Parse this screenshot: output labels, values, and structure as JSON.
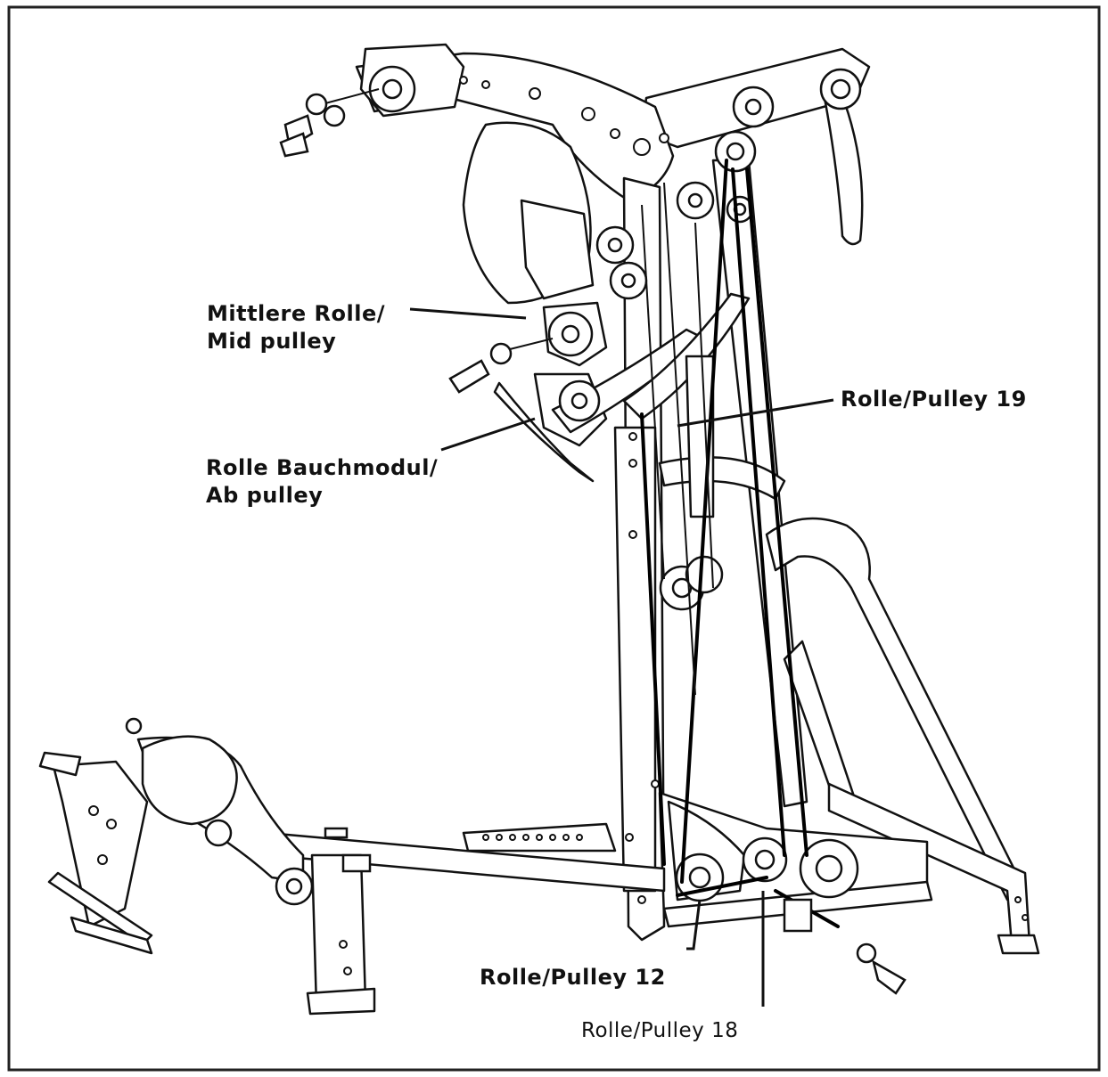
{
  "diagram": {
    "labels": {
      "mid_pulley": [
        "Mittlere Rolle/",
        "Mid pulley"
      ],
      "ab_pulley": [
        "Rolle Bauchmodul/",
        "Ab pulley"
      ],
      "pulley_19": "Rolle/Pulley 19",
      "pulley_12": "Rolle/Pulley 12",
      "pulley_18": "Rolle/Pulley 18"
    },
    "colors": {
      "ink": "#111111",
      "cable": "#000000",
      "frame": "#ffffff"
    }
  }
}
